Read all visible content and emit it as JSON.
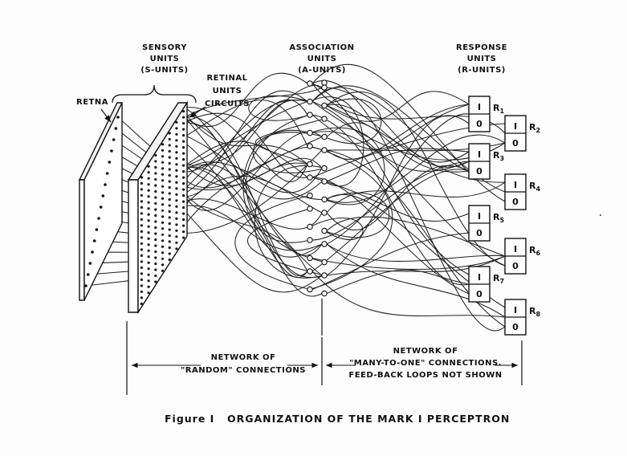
{
  "labels": {
    "sensory": [
      "SENSORY",
      "UNITS",
      "(S-UNITS)"
    ],
    "retina": "RETNA",
    "retinal_circuits": [
      "RETINAL",
      "UNITS",
      "CIRCUITS"
    ],
    "association": [
      "ASSOCIATION",
      "UNITS",
      "(A-UNITS)"
    ],
    "response": [
      "RESPONSE",
      "UNITS",
      "(R-UNITS)"
    ],
    "network_random": [
      "NETWORK OF",
      "\"RANDOM\" CONNECTIONS"
    ],
    "network_many": [
      "NETWORK OF",
      "\"MANY-TO-ONE\" CONNECTIONS.",
      "FEED-BACK LOOPS NOT SHOWN"
    ]
  },
  "response_units": [
    {
      "label": "R",
      "sub": "1",
      "top": "I",
      "bottom": "0"
    },
    {
      "label": "R",
      "sub": "2",
      "top": "I",
      "bottom": "0"
    },
    {
      "label": "R",
      "sub": "3",
      "top": "I",
      "bottom": "0"
    },
    {
      "label": "R",
      "sub": "4",
      "top": "I",
      "bottom": "0"
    },
    {
      "label": "R",
      "sub": "5",
      "top": "I",
      "bottom": "0"
    },
    {
      "label": "R",
      "sub": "6",
      "top": "I",
      "bottom": "0"
    },
    {
      "label": "R",
      "sub": "7",
      "top": "I",
      "bottom": "0"
    },
    {
      "label": "R",
      "sub": "8",
      "top": "I",
      "bottom": "0"
    }
  ],
  "caption": {
    "figure": "Figure I",
    "title": "ORGANIZATION OF THE MARK I PERCEPTRON"
  }
}
